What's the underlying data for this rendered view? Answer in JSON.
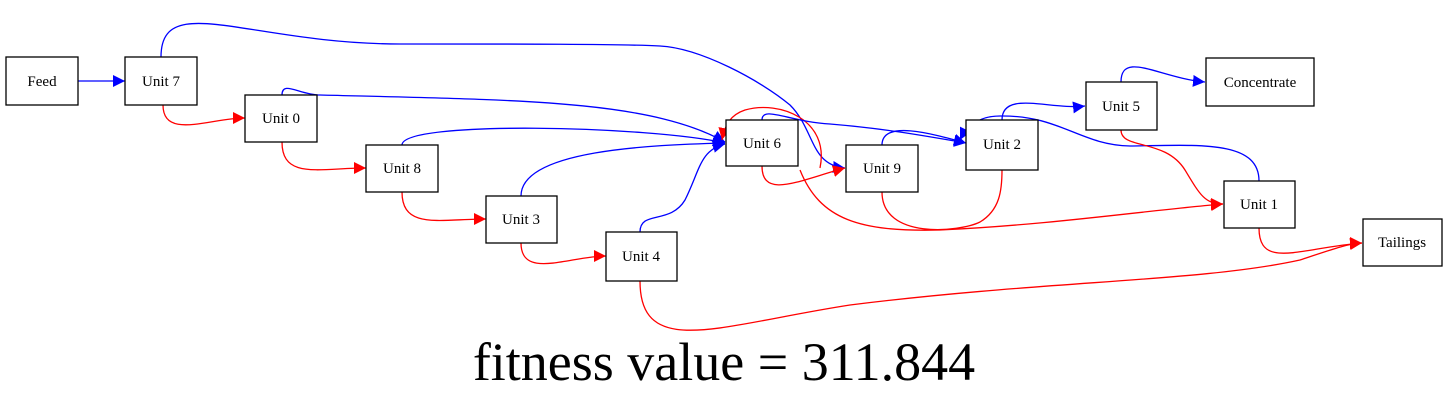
{
  "colors": {
    "blue_edge": "#0000ff",
    "red_edge": "#ff0000",
    "node_border": "#000000",
    "text": "#000000"
  },
  "nodes": {
    "feed": "Feed",
    "unit7": "Unit 7",
    "unit0": "Unit 0",
    "unit8": "Unit 8",
    "unit3": "Unit 3",
    "unit4": "Unit 4",
    "unit6": "Unit 6",
    "unit9": "Unit 9",
    "unit2": "Unit 2",
    "unit5": "Unit 5",
    "unit1": "Unit 1",
    "concentrate": "Concentrate",
    "tailings": "Tailings"
  },
  "edges": [
    {
      "from": "Feed",
      "to": "Unit 7",
      "color": "blue"
    },
    {
      "from": "Unit 7",
      "to": "Unit 0",
      "color": "red"
    },
    {
      "from": "Unit 7",
      "to": "Unit 9",
      "color": "blue"
    },
    {
      "from": "Unit 0",
      "to": "Unit 8",
      "color": "red"
    },
    {
      "from": "Unit 0",
      "to": "Unit 6",
      "color": "blue"
    },
    {
      "from": "Unit 8",
      "to": "Unit 3",
      "color": "red"
    },
    {
      "from": "Unit 8",
      "to": "Unit 6",
      "color": "blue"
    },
    {
      "from": "Unit 3",
      "to": "Unit 4",
      "color": "red"
    },
    {
      "from": "Unit 3",
      "to": "Unit 6",
      "color": "blue"
    },
    {
      "from": "Unit 4",
      "to": "Unit 6",
      "color": "blue"
    },
    {
      "from": "Unit 4",
      "to": "Tailings",
      "color": "red"
    },
    {
      "from": "Unit 6",
      "to": "Unit 9",
      "color": "red"
    },
    {
      "from": "Unit 6",
      "to": "Unit 1",
      "color": "red"
    },
    {
      "from": "Unit 6",
      "to": "Unit 2",
      "color": "blue"
    },
    {
      "from": "Unit 9",
      "to": "Unit 2",
      "color": "blue"
    },
    {
      "from": "Unit 9",
      "to": "Unit 6",
      "color": "red"
    },
    {
      "from": "Unit 2",
      "to": "Unit 5",
      "color": "blue"
    },
    {
      "from": "Unit 5",
      "to": "Concentrate",
      "color": "blue"
    },
    {
      "from": "Unit 5",
      "to": "Unit 1",
      "color": "red"
    },
    {
      "from": "Unit 1",
      "to": "Unit 2",
      "color": "blue"
    },
    {
      "from": "Unit 1",
      "to": "Tailings",
      "color": "red"
    }
  ],
  "caption": "fitness value = 311.844"
}
